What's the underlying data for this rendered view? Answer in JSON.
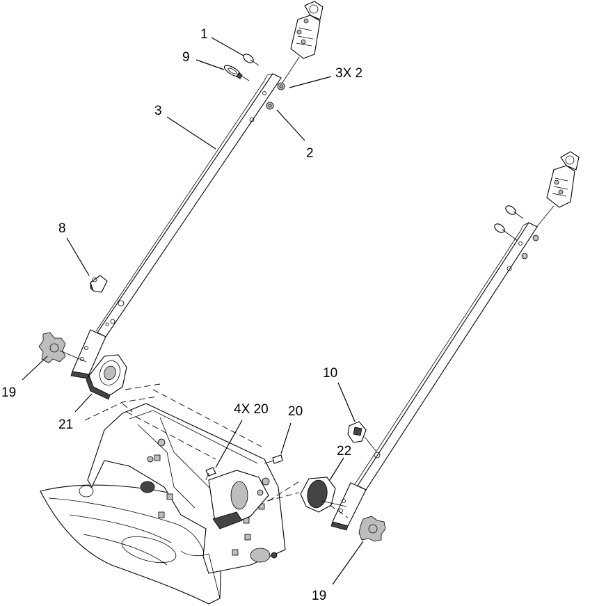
{
  "callouts": {
    "c1": "1",
    "c9": "9",
    "c3x2": "3X 2",
    "c3": "3",
    "c2": "2",
    "c8": "8",
    "c19_left": "19",
    "c21": "21",
    "c4x20": "4X 20",
    "c20": "20",
    "c10": "10",
    "c22": "22",
    "c19_right": "19"
  },
  "icons": {
    "left_handle": "upper-handle-tube-left",
    "right_handle": "upper-handle-tube-right",
    "knob": "star-knob",
    "pivot": "handle-pivot-bracket",
    "housing": "auger-housing"
  }
}
